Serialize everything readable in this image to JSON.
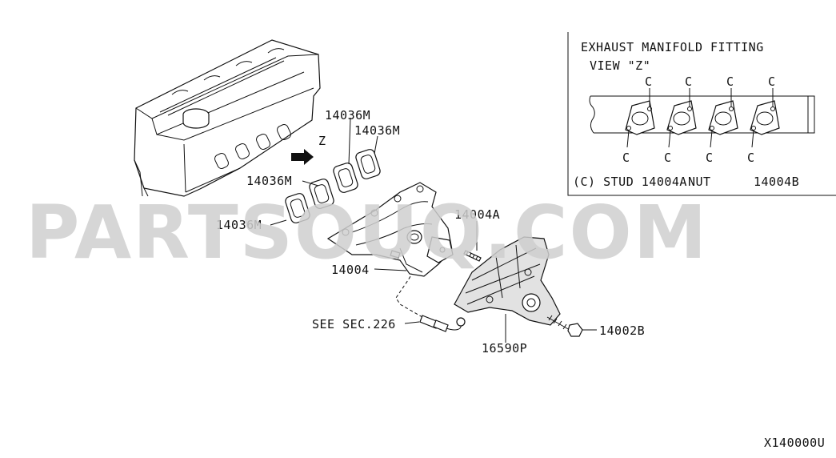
{
  "watermark": "PARTSOUQ.COM",
  "diagram_code": "X140000U",
  "callouts": {
    "gasket_top1": "14036M",
    "gasket_top2": "14036M",
    "gasket_mid": "14036M",
    "gasket_low": "14036M",
    "manifold": "14004",
    "stud": "14004A",
    "sensor": "SEE SEC.226",
    "heat_shield": "16590P",
    "bolt": "14002B",
    "view_arrow": "Z"
  },
  "inset": {
    "title": "EXHAUST MANIFOLD FITTING",
    "view": "VIEW \"Z\"",
    "stud_marker": "C",
    "legend_stud": "(C)  STUD 14004A",
    "legend_nut": "NUT",
    "legend_nut_code": "14004B"
  }
}
